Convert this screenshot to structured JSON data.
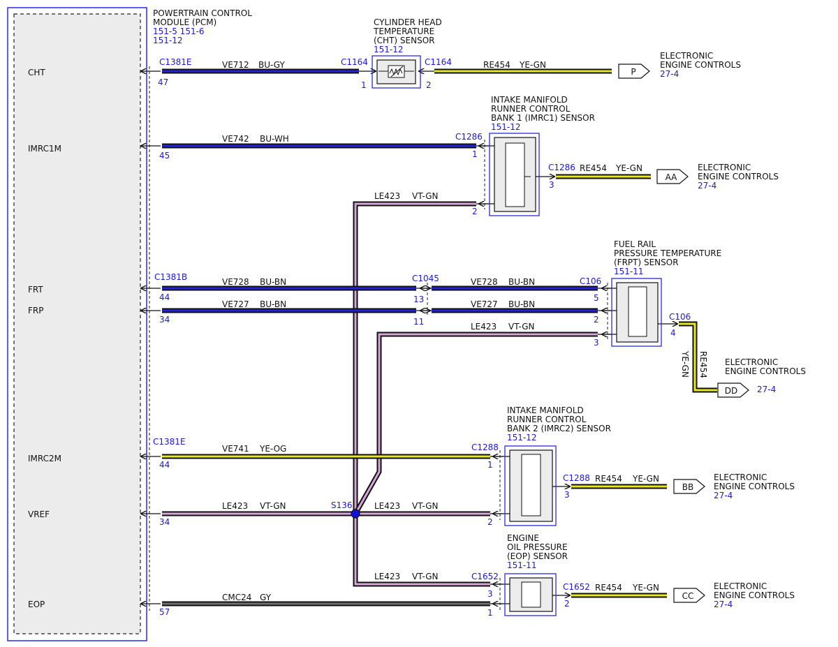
{
  "colors": {
    "frame": "#2a2ae0",
    "ref": "#1a1adc",
    "module_fill": "#ececec",
    "wire_blue": "#2222d8",
    "wire_yellow": "#e8e820",
    "wire_violet": "#d9a6d9",
    "wire_gray": "#707070",
    "splice": "#1010e0"
  },
  "pcm": {
    "title": [
      "POWERTRAIN CONTROL",
      "MODULE (PCM)"
    ],
    "refs": [
      "151-5  151-6",
      "151-12"
    ],
    "pins": {
      "cht": "CHT",
      "imrc1m": "IMRC1M",
      "frt": "FRT",
      "frp": "FRP",
      "imrc2m": "IMRC2M",
      "vref": "VREF",
      "eop": "EOP"
    }
  },
  "connectors": {
    "c1381e_top": "C1381E",
    "c1381b": "C1381B",
    "c1381e_bottom": "C1381E",
    "c1164_left": "C1164",
    "c1164_right": "C1164",
    "c1286_in": "C1286",
    "c1286_out": "C1286",
    "c1045": "C1045",
    "c106_in": "C106",
    "c106_out": "C106",
    "c1288_in": "C1288",
    "c1288_out": "C1288",
    "c1652_in": "C1652",
    "c1652_out": "C1652",
    "s136": "S136"
  },
  "pin_numbers": {
    "pcm_cht": "47",
    "pcm_imrc1m": "45",
    "pcm_frt": "44",
    "pcm_frp": "34",
    "pcm_imrc2m": "44",
    "pcm_vref": "34",
    "pcm_eop": "57",
    "cht_1": "1",
    "cht_2": "2",
    "imrc1_1": "1",
    "imrc1_2": "2",
    "imrc1_3": "3",
    "c1045_13": "13",
    "c1045_11": "11",
    "frpt_5": "5",
    "frpt_2": "2",
    "frpt_3": "3",
    "frpt_4": "4",
    "imrc2_1": "1",
    "imrc2_2": "2",
    "imrc2_3": "3",
    "eop_3": "3",
    "eop_1": "1",
    "eop_2": "2"
  },
  "wires": {
    "ve712": {
      "circuit": "VE712",
      "color": "BU-GY"
    },
    "re454_cht": {
      "circuit": "RE454",
      "color": "YE-GN"
    },
    "ve742": {
      "circuit": "VE742",
      "color": "BU-WH"
    },
    "re454_imrc1": {
      "circuit": "RE454",
      "color": "YE-GN"
    },
    "le423_imrc1": {
      "circuit": "LE423",
      "color": "VT-GN"
    },
    "ve728_a": {
      "circuit": "VE728",
      "color": "BU-BN"
    },
    "ve728_b": {
      "circuit": "VE728",
      "color": "BU-BN"
    },
    "ve727_a": {
      "circuit": "VE727",
      "color": "BU-BN"
    },
    "ve727_b": {
      "circuit": "VE727",
      "color": "BU-BN"
    },
    "le423_frpt": {
      "circuit": "LE423",
      "color": "VT-GN"
    },
    "re454_frpt": {
      "circuit": "RE454",
      "color": "YE-GN"
    },
    "ve741": {
      "circuit": "VE741",
      "color": "YE-OG"
    },
    "re454_imrc2": {
      "circuit": "RE454",
      "color": "YE-GN"
    },
    "le423_vref": {
      "circuit": "LE423",
      "color": "VT-GN"
    },
    "le423_imrc2": {
      "circuit": "LE423",
      "color": "VT-GN"
    },
    "le423_eop": {
      "circuit": "LE423",
      "color": "VT-GN"
    },
    "cmc24": {
      "circuit": "CMC24",
      "color": "GY"
    },
    "re454_eop": {
      "circuit": "RE454",
      "color": "YE-GN"
    }
  },
  "components": {
    "cht": {
      "title": [
        "CYLINDER HEAD",
        "TEMPERATURE",
        "(CHT) SENSOR"
      ],
      "ref": "151-12"
    },
    "imrc1": {
      "title": [
        "INTAKE MANIFOLD",
        "RUNNER CONTROL",
        "BANK 1 (IMRC1) SENSOR"
      ],
      "ref": "151-12"
    },
    "frpt": {
      "title": [
        "FUEL RAIL",
        "PRESSURE TEMPERATURE",
        "(FRPT) SENSOR"
      ],
      "ref": "151-11"
    },
    "imrc2": {
      "title": [
        "INTAKE MANIFOLD",
        "RUNNER CONTROL",
        "BANK 2 (IMRC2) SENSOR"
      ],
      "ref": "151-12"
    },
    "eop": {
      "title": [
        "ENGINE",
        "OIL PRESSURE",
        "(EOP) SENSOR"
      ],
      "ref": "151-11"
    }
  },
  "offpage": {
    "p": {
      "tag": "P",
      "title": [
        "ELECTRONIC",
        "ENGINE CONTROLS"
      ],
      "ref": "27-4"
    },
    "aa": {
      "tag": "AA",
      "title": [
        "ELECTRONIC",
        "ENGINE CONTROLS"
      ],
      "ref": "27-4"
    },
    "dd": {
      "tag": "DD",
      "title": [
        "ELECTRONIC",
        "ENGINE CONTROLS"
      ],
      "ref": "27-4"
    },
    "bb": {
      "tag": "BB",
      "title": [
        "ELECTRONIC",
        "ENGINE CONTROLS"
      ],
      "ref": "27-4"
    },
    "cc": {
      "tag": "CC",
      "title": [
        "ELECTRONIC",
        "ENGINE CONTROLS"
      ],
      "ref": "27-4"
    }
  }
}
